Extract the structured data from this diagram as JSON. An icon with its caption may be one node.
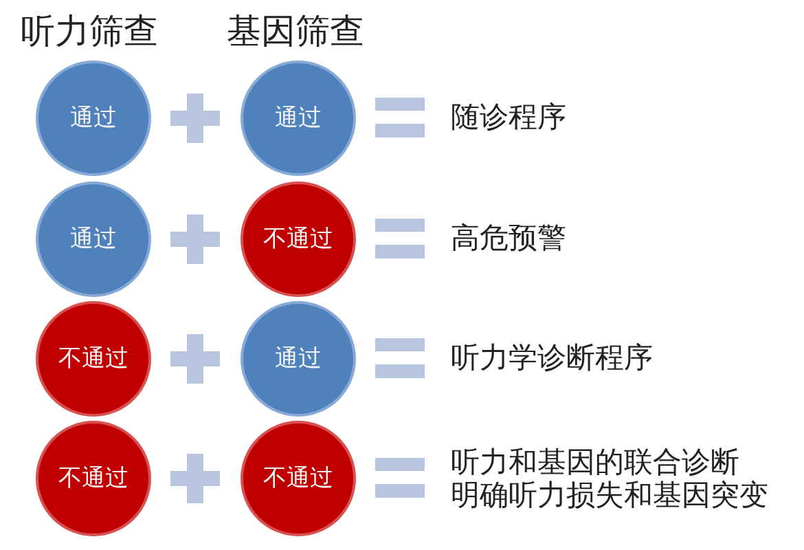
{
  "diagram": {
    "nodes": [
      {
        "text": [
          "通过"
        ]
      },
      {
        "text": [
          "通过"
        ]
      },
      {
        "text": [
          "通过"
        ]
      },
      {
        "text": [
          "不通过"
        ]
      },
      {
        "text": [
          "不通过"
        ]
      },
      {
        "text": [
          "通过"
        ]
      },
      {
        "text": [
          "不通过"
        ]
      },
      {
        "text": [
          "不通过"
        ]
      }
    ],
    "labels": [
      "听力筛查",
      "基因筛查",
      "随诊程序",
      "高危预警",
      "听力学诊断程序",
      "听力和基因的联合诊断",
      "明确听力损失和基因突变"
    ]
  }
}
